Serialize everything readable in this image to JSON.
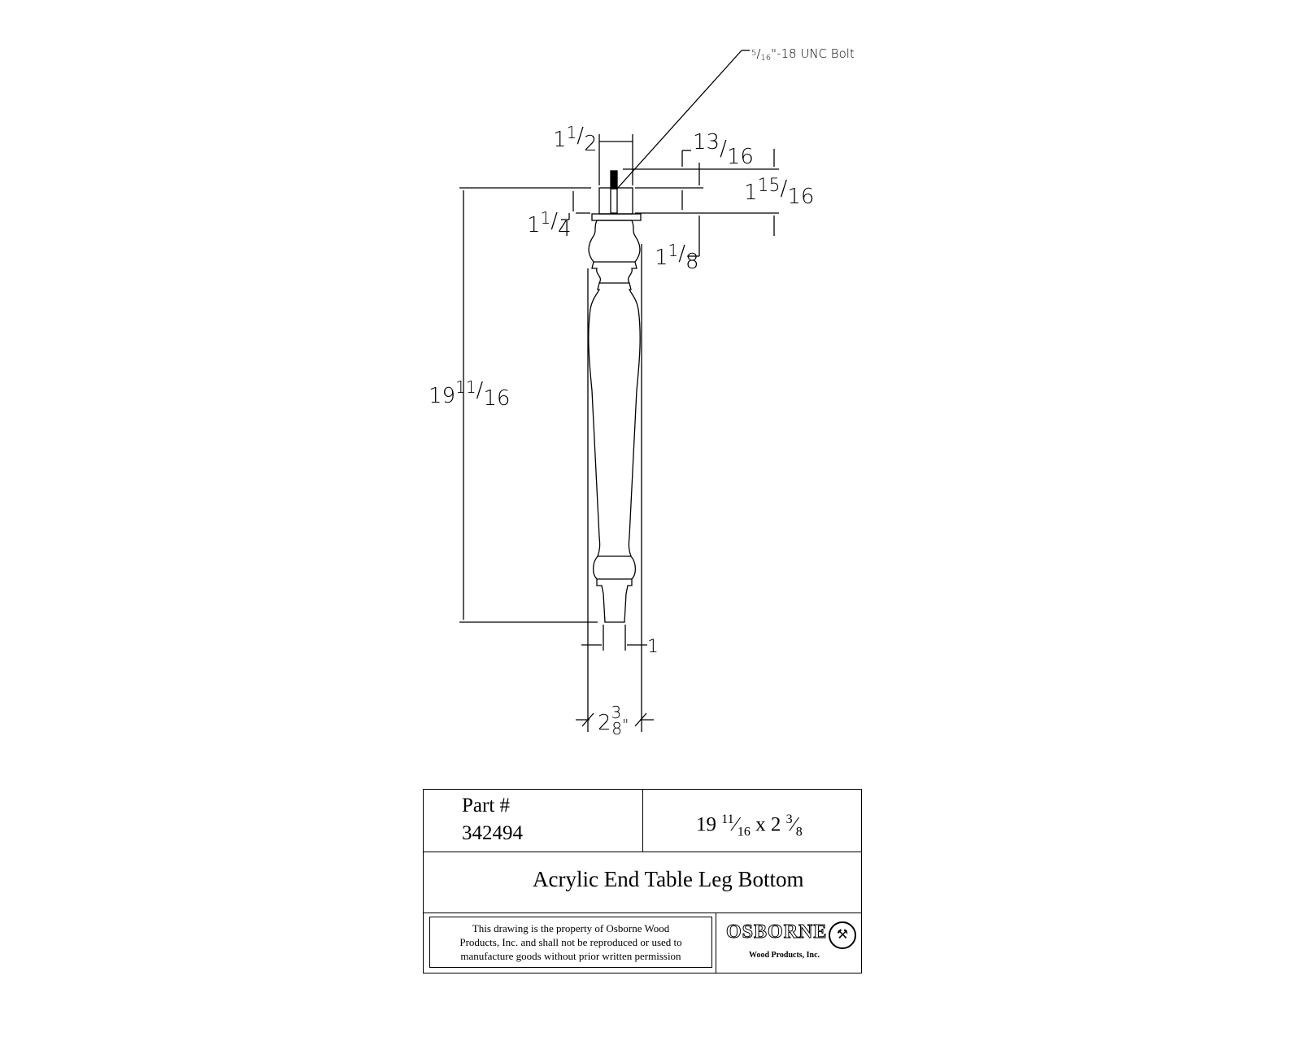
{
  "callout": {
    "bolt": "5/16\"-18 UNC Bolt",
    "bolt_num": "5",
    "bolt_den": "16",
    "bolt_rest": "\"-18 UNC Bolt"
  },
  "dimensions": {
    "bolt_width": {
      "whole": "1",
      "num": "1",
      "den": "2"
    },
    "bolt_length": {
      "whole": "",
      "num": "13",
      "den": "16"
    },
    "bolt_total": {
      "whole": "1",
      "num": "15",
      "den": "16"
    },
    "dowel_left": {
      "whole": "1",
      "num": "1",
      "den": "4"
    },
    "dowel_right": {
      "whole": "1",
      "num": "1",
      "den": "8"
    },
    "overall_length": {
      "whole": "19",
      "num": "11",
      "den": "16"
    },
    "foot_width": {
      "whole": "1"
    },
    "max_width": {
      "whole": "2",
      "num": "3",
      "den": "8",
      "unit": "\""
    }
  },
  "title_block": {
    "part_label": "Part #",
    "part_number": "342494",
    "size_whole": "19",
    "size_num": "11",
    "size_den": "16",
    "size_x": "x 2",
    "size_num2": "3",
    "size_den2": "8",
    "description": "Acrylic End Table Leg Bottom",
    "notice": [
      "This drawing is the property of Osborne Wood",
      "Products, Inc. and shall not be reproduced or used to",
      "manufacture goods without prior written permission"
    ],
    "logo_text": "OSBORNE",
    "logo_sub": "Wood Products, Inc."
  }
}
